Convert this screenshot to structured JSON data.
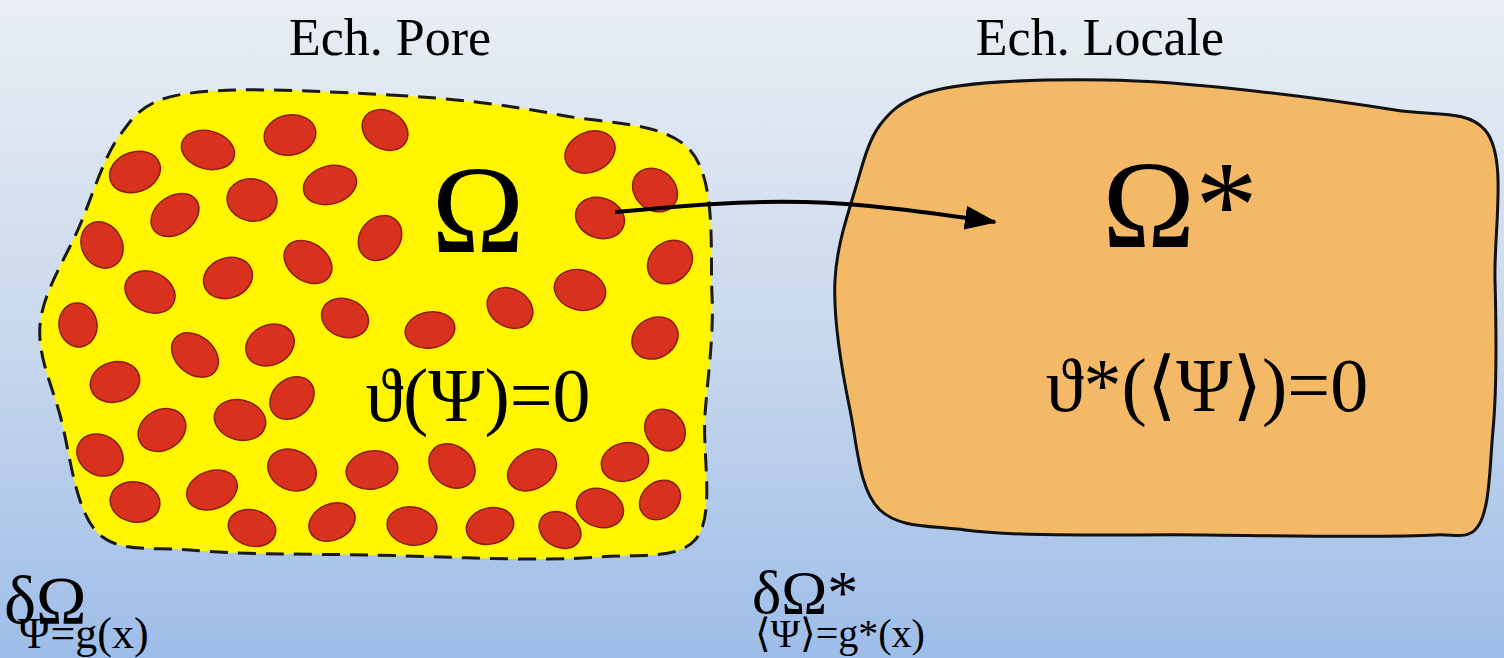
{
  "diagram": {
    "nodes": [
      {
        "text": [
          "Ech. Pore",
          "Ω",
          "ϑ(Ψ)=0"
        ]
      },
      {
        "text": [
          "Ech. Locale",
          "Ω*",
          "ϑ*(⟨Ψ⟩)=0"
        ]
      }
    ],
    "edges": [
      {
        "from": 0,
        "to": 1,
        "arrow": "to"
      }
    ],
    "labels": [
      "δΩ",
      "Ψ=g(x)",
      "δΩ*",
      "⟨Ψ⟩=g*(x)"
    ]
  }
}
